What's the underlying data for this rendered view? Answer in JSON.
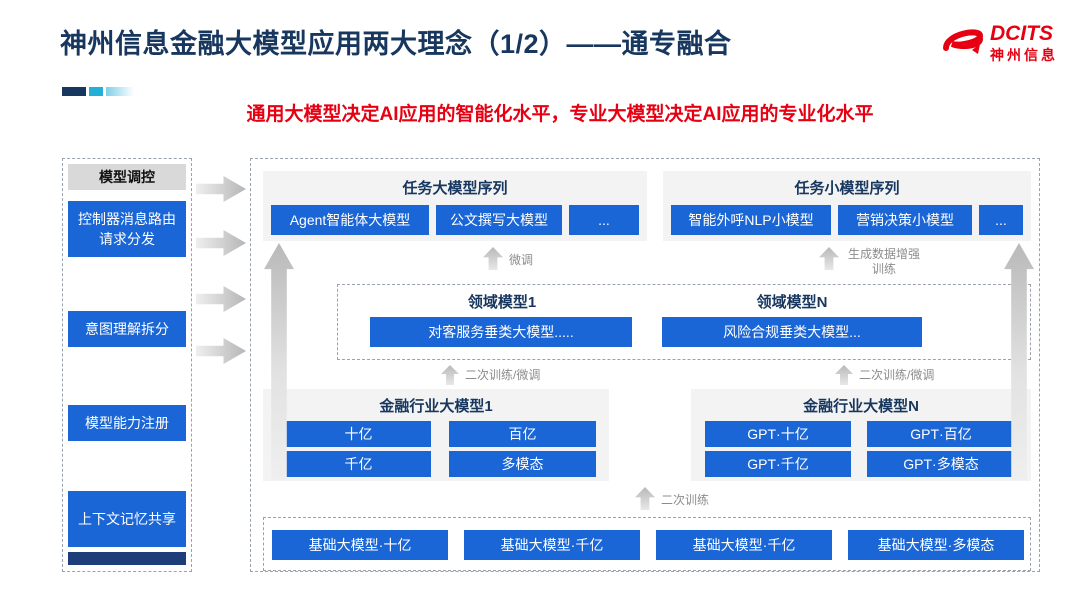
{
  "colors": {
    "accent_blue": "#1B66D6",
    "navy": "#17375E",
    "red": "#E60012",
    "panel_gray": "#F3F3F3"
  },
  "header": {
    "title": "神州信息金融大模型应用两大理念（1/2）——通专融合",
    "logo_text": "DCITS",
    "logo_subtext": "神州信息",
    "subtitle": "通用大模型决定AI应用的智能化水平，专业大模型决定AI应用的专业化水平"
  },
  "sidebar": {
    "title": "模型调控",
    "items": [
      "控制器消息路由请求分发",
      "意图理解拆分",
      "模型能力注册",
      "上下文记忆共享"
    ]
  },
  "diagram": {
    "task_large": {
      "title": "任务大模型序列",
      "items": [
        "Agent智能体大模型",
        "公文撰写大模型",
        "..."
      ]
    },
    "task_small": {
      "title": "任务小模型序列",
      "items": [
        "智能外呼NLP小模型",
        "营销决策小模型",
        "..."
      ]
    },
    "labels": {
      "fine_tune": "微调",
      "gen_data": "生成数据增强训练",
      "secondary_left": "二次训练/微调",
      "secondary_right": "二次训练/微调",
      "secondary": "二次训练"
    },
    "domain": {
      "left_title": "领域模型1",
      "left_item": "对客服务垂类大模型.....",
      "right_title": "领域模型N",
      "right_item": "风险合规垂类大模型..."
    },
    "industry_left": {
      "title": "金融行业大模型1",
      "items": [
        "十亿",
        "百亿",
        "千亿",
        "多模态"
      ]
    },
    "industry_right": {
      "title": "金融行业大模型N",
      "items": [
        "GPT·十亿",
        "GPT·百亿",
        "GPT·千亿",
        "GPT·多模态"
      ]
    },
    "base": {
      "items": [
        "基础大模型·十亿",
        "基础大模型·千亿",
        "基础大模型·千亿",
        "基础大模型·多模态"
      ]
    }
  }
}
